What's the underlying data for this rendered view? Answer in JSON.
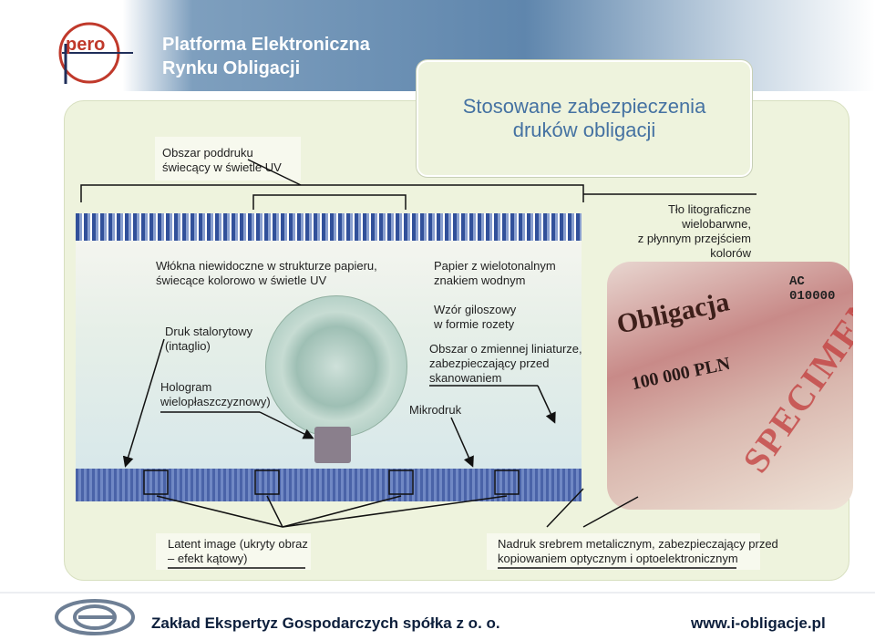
{
  "header": {
    "title_line1": "Platforma Elektroniczna",
    "title_line2": "Rynku Obligacji",
    "logo_text": "pero"
  },
  "slide": {
    "title_line1": "Stosowane zabezpieczenia",
    "title_line2": "druków obligacji"
  },
  "labels": {
    "uv_area_line1": "Obszar poddruku",
    "uv_area_line2": "świecący w świetle UV",
    "litho_line1": "Tło litograficzne wielobarwne,",
    "litho_line2": "z płynnym przejściem kolorów",
    "fibers_line1": "Włókna niewidoczne w strukturze papieru,",
    "fibers_line2": "świecące kolorowo w świetle UV",
    "watermark_line1": "Papier z wielotonalnym",
    "watermark_line2": "znakiem wodnym",
    "intaglio_line1": "Druk stalorytowy",
    "intaglio_line2": "(intaglio)",
    "hologram_line1": "Hologram",
    "hologram_line2": "wielopłaszczyznowy)",
    "guilloche_line1": "Wzór giloszowy",
    "guilloche_line2": "w formie rozety",
    "variable_line1": "Obszar o zmiennej liniaturze,",
    "variable_line2": "zabezpieczający przed",
    "variable_line3": "skanowaniem",
    "microprint": "Mikrodruk",
    "latent_line1": "Latent image (ukryty obraz",
    "latent_line2": "– efekt kątowy)",
    "silver_line1": "Nadruk srebrem metalicznym, zabezpieczający przed",
    "silver_line2": "kopiowaniem optycznym i optoelektronicznym"
  },
  "specimen": {
    "word": "Obligacja",
    "amount": "100 000 PLN",
    "series": "AC 010000",
    "stamp": "SPECIMEN"
  },
  "footer": {
    "company": "Zakład Ekspertyz Gospodarczych spółka z o. o.",
    "url": "www.i-obligacje.pl"
  },
  "colors": {
    "title_blue": "#4572a2",
    "panel_green": "#eef3dd",
    "stripe_blue": "#31509a",
    "logo_red": "#c0392b"
  }
}
